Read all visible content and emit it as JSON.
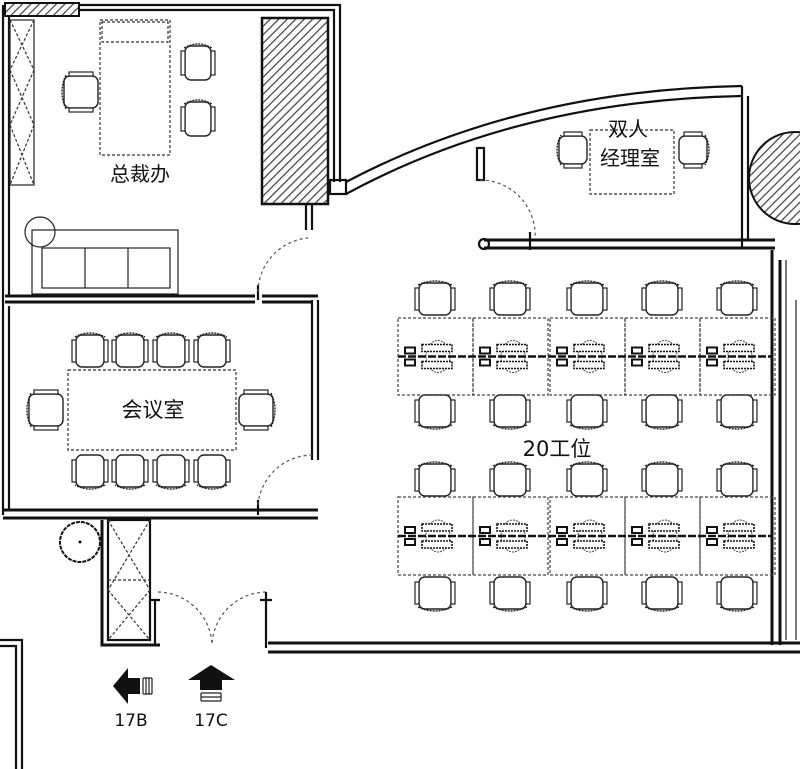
{
  "rooms": {
    "ceo_office": "总裁办",
    "manager_office_line1": "双人",
    "manager_office_line2": "经理室",
    "meeting_room": "会议室",
    "workstations": "20工位"
  },
  "exits": {
    "left": "17B",
    "up": "17C"
  },
  "workstation_count": 20,
  "colors": {
    "line": "#111111",
    "hatch": "#555555",
    "background": "#ffffff"
  }
}
